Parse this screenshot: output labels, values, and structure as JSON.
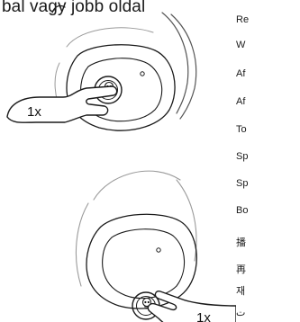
{
  "heading": "bal vagy jobb oldal",
  "labels": [
    "Re",
    "W",
    "Af",
    "Af",
    "To",
    "Sp",
    "Sp",
    "Bo",
    "播",
    "再",
    "재",
    "ت"
  ],
  "top_callout": "1x",
  "bottom_callout": "1x",
  "colors": {
    "line": "#1a1a1a",
    "light_line": "#9a9a9a"
  }
}
